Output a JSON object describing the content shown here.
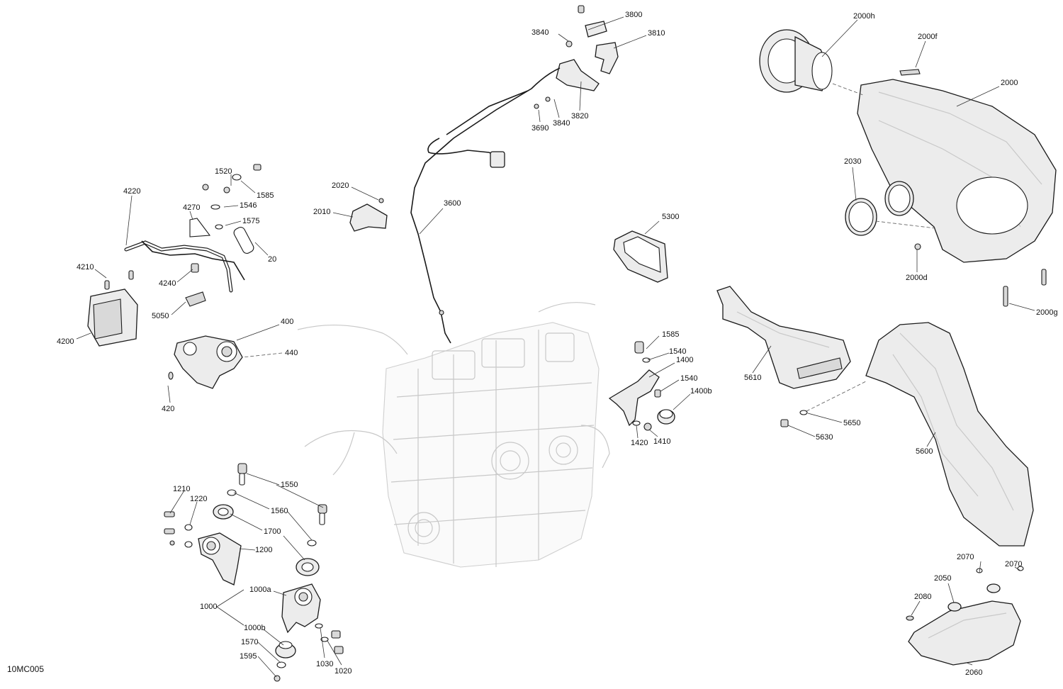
{
  "figure_code": "10MC005",
  "callouts": [
    "3800",
    "3810",
    "3840",
    "3820",
    "3840",
    "3690",
    "2000h",
    "2000f",
    "2000",
    "2030",
    "2000d",
    "2000g",
    "1520",
    "1585",
    "1546",
    "1575",
    "20",
    "4220",
    "4270",
    "4210",
    "4240",
    "5050",
    "4200",
    "2020",
    "2010",
    "3600",
    "5300",
    "400",
    "440",
    "420",
    "1585",
    "1540",
    "1400",
    "1540",
    "1400b",
    "1420",
    "1410",
    "5610",
    "5650",
    "5630",
    "5600",
    "1210",
    "1220",
    "1550",
    "1560",
    "1700",
    "1200",
    "1000a",
    "1000",
    "1000b",
    "1570",
    "1595",
    "1030",
    "1020",
    "2070",
    "2070",
    "2050",
    "2080",
    "2060"
  ]
}
